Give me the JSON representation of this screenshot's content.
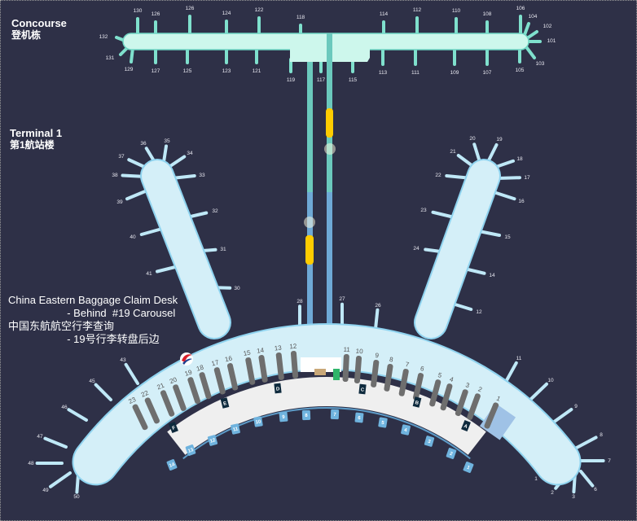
{
  "concourse": {
    "title": "Concourse",
    "title_cn": "登机栋",
    "gates_top": [
      "130",
      "126",
      "126",
      "124",
      "122",
      "118",
      "114",
      "112",
      "110",
      "108",
      "106",
      "104",
      "102",
      "101",
      "103"
    ],
    "gates_bottom": [
      "132",
      "131",
      "129",
      "127",
      "125",
      "123",
      "121",
      "119",
      "117",
      "115",
      "113",
      "111",
      "109",
      "107",
      "105"
    ]
  },
  "terminal": {
    "title": "Terminal 1",
    "title_cn": "第1航站楼",
    "left_pier_gates": [
      "37",
      "36",
      "35",
      "34",
      "33",
      "38",
      "39",
      "32",
      "40",
      "31",
      "41",
      "30"
    ],
    "right_pier_gates": [
      "20",
      "19",
      "21",
      "18",
      "22",
      "17",
      "16",
      "23",
      "15",
      "24",
      "14",
      "12"
    ],
    "main_gates": [
      "28",
      "27",
      "26",
      "43",
      "45",
      "46",
      "47",
      "48",
      "49",
      "50",
      "11",
      "10",
      "9",
      "8",
      "7",
      "1",
      "2",
      "3",
      "6"
    ],
    "carousels": [
      "23",
      "22",
      "21",
      "20",
      "19",
      "18",
      "17",
      "16",
      "15",
      "14",
      "13",
      "12",
      "11",
      "10",
      "9",
      "8",
      "7",
      "6",
      "5",
      "4",
      "3",
      "2",
      "1"
    ],
    "curb_bays": [
      "14",
      "13",
      "12",
      "11",
      "10",
      "9",
      "8",
      "7",
      "6",
      "5",
      "4",
      "3",
      "2",
      "1"
    ],
    "zones": [
      "F",
      "E",
      "D",
      "C",
      "B",
      "A"
    ]
  },
  "claim_desk": {
    "line1": "China Eastern Baggage Claim Desk",
    "line2": "                    - Behind  #19 Carousel",
    "line3": "中国东航航空行李查询",
    "line4": "                    - 19号行李转盘后边"
  },
  "colors": {
    "background": "#2e3047",
    "concourse": "#cdf7ec",
    "hall": "#d4eff8",
    "floor": "#efefef",
    "train": "#ffcc00",
    "carousel": "#6e6e6e"
  }
}
